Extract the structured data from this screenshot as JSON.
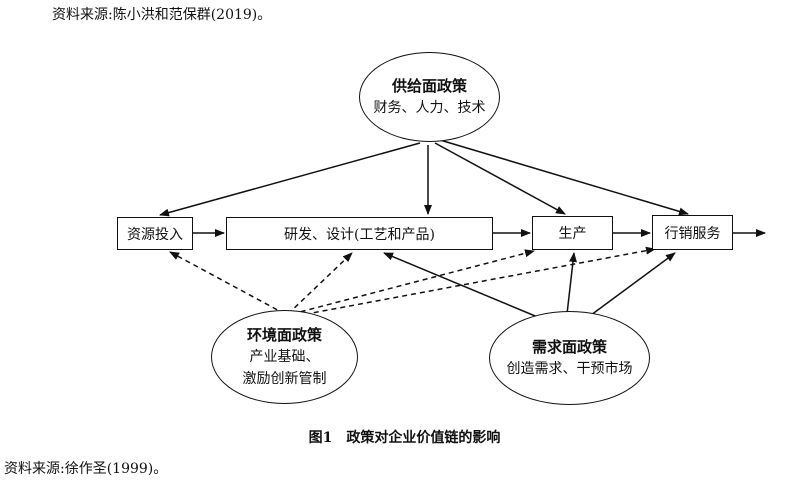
{
  "source_top": "资料来源:陈小洪和范保群(2019)。",
  "source_bottom": "资料来源:徐作圣(1999)。",
  "caption": "图1　政策对企业价值链的影响",
  "supply": {
    "title": "供给面政策",
    "detail": "财务、人力、技术"
  },
  "environment": {
    "title": "环境面政策",
    "detail_1": "产业基础、",
    "detail_2": "激励创新管制"
  },
  "demand": {
    "title": "需求面政策",
    "detail": "创造需求、干预市场"
  },
  "chain": {
    "resource_input": "资源投入",
    "rnd_design": "研发、设计(工艺和产品)",
    "production": "生产",
    "marketing_service": "行销服务"
  }
}
